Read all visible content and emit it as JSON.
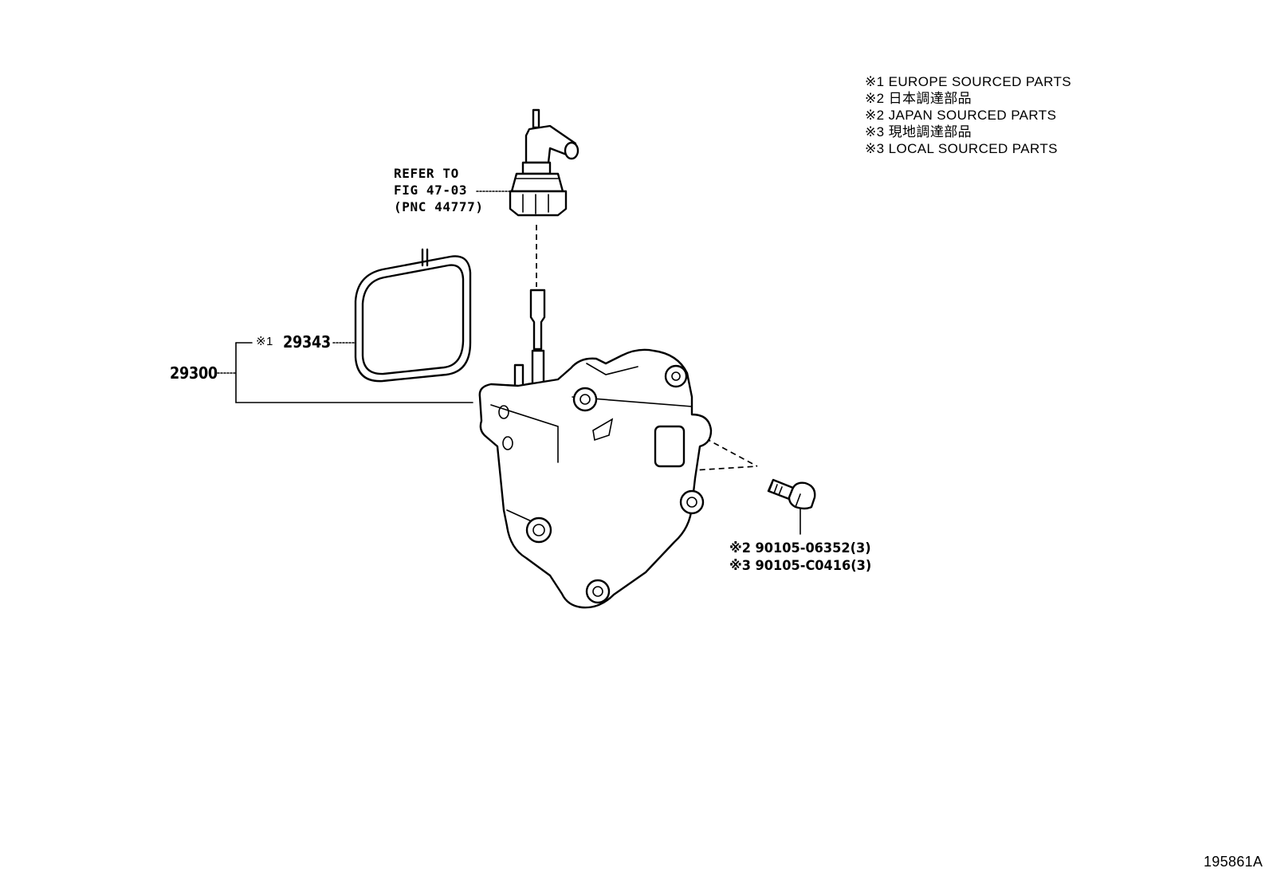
{
  "legend": [
    "※1 EUROPE SOURCED PARTS",
    "※2 日本調達部品",
    "※2 JAPAN SOURCED PARTS",
    "※3 現地調達部品",
    "※3 LOCAL SOURCED PARTS"
  ],
  "refer": {
    "line1": "REFER TO",
    "line2": "FIG 47-03",
    "line3": "(PNC 44777)"
  },
  "parts": {
    "assembly": "29300",
    "gasket_mark": "※1",
    "gasket": "29343",
    "bolt_japan": "※2 90105-06352(3)",
    "bolt_local": "※3 90105-C0416(3)"
  },
  "figure_number": "195861A"
}
